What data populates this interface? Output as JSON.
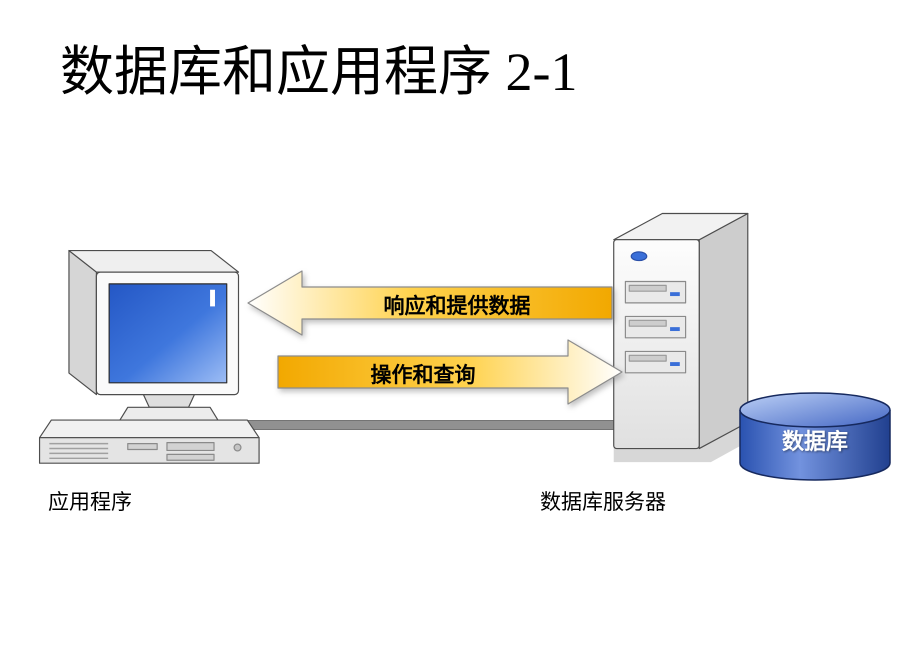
{
  "slide": {
    "title": "数据库和应用程序 2-1"
  },
  "diagram": {
    "client": {
      "caption": "应用程序",
      "icon": "desktop-computer"
    },
    "server": {
      "caption": "数据库服务器",
      "icon": "server-tower"
    },
    "database": {
      "label": "数据库",
      "icon": "database-cylinder"
    },
    "arrow_response": {
      "label": "响应和提供数据",
      "direction": "left"
    },
    "arrow_request": {
      "label": "操作和查询",
      "direction": "right"
    }
  },
  "colors": {
    "arrow_gold": "#F2A800",
    "arrow_light": "#FFFFFF",
    "screen_blue": "#2457C5",
    "database_blue": "#27459E",
    "connector_gray": "#919191",
    "title_black": "#000000"
  }
}
